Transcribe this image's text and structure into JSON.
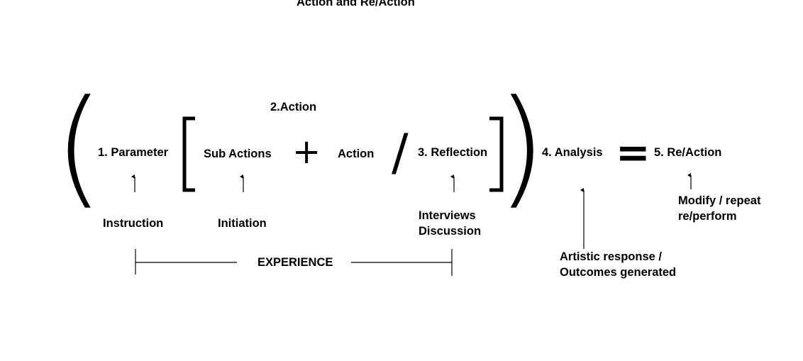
{
  "title": "Action and Re/Action",
  "labels": {
    "parameter": "1. Parameter",
    "action_heading": "2.Action",
    "sub_actions": "Sub Actions",
    "action": "Action",
    "reflection": "3. Reflection",
    "analysis": "4. Analysis",
    "reaction": "5. Re/Action",
    "instruction": "Instruction",
    "initiation": "Initiation",
    "interviews": "Interviews",
    "discussion": "Discussion",
    "modify_line1": "Modify / repeat",
    "modify_line2": "re/perform",
    "artistic_line1": "Artistic response /",
    "artistic_line2": "Outcomes generated",
    "experience": "EXPERIENCE"
  },
  "symbols": {
    "open_paren": "(",
    "close_paren": ")",
    "plus": "+",
    "slash": "/",
    "equals": "="
  },
  "colors": {
    "ink": "#000000",
    "background": "#ffffff"
  }
}
